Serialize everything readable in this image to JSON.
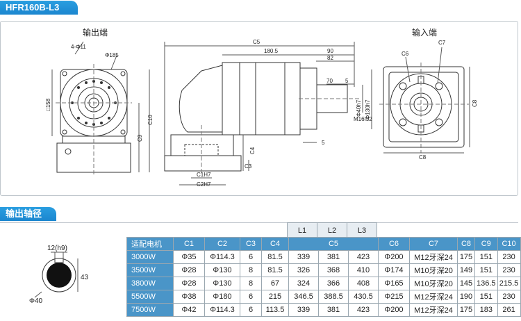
{
  "header": {
    "model": "HFR160B-L3",
    "section_shaft": "输出轴径"
  },
  "views": {
    "output_end": "输出端",
    "input_end": "输入端"
  },
  "dims": {
    "holes": "4-Φ11",
    "phi185": "Φ185",
    "sq158": "□158",
    "c9": "C9",
    "c10": "C10",
    "c5": "C5",
    "d1805": "180.5",
    "d90": "90",
    "d82": "82",
    "d70": "70",
    "d5a": "5",
    "d5b": "5",
    "phi40": "Φ40h7",
    "phi130": "Φ130h7",
    "m16": "M16I32",
    "c4": "C4",
    "c3": "C3",
    "c1": "C1H7",
    "c2": "C2H7",
    "c6": "C6",
    "c7": "C7",
    "c8v": "C8",
    "c8h": "C8"
  },
  "shaft": {
    "key": "12(h9)",
    "height": "43",
    "dia": "Φ40"
  },
  "lengths": [
    "L1",
    "L2",
    "L3"
  ],
  "table": {
    "headers": [
      "适配电机",
      "C1",
      "C2",
      "C3",
      "C4",
      "C5",
      "C6",
      "C7",
      "C8",
      "C9",
      "C10"
    ],
    "rows": [
      [
        "3000W",
        "Φ35",
        "Φ114.3",
        "6",
        "81.5",
        "339",
        "381",
        "423",
        "Φ200",
        "M12牙深24",
        "175",
        "151",
        "230"
      ],
      [
        "3500W",
        "Φ28",
        "Φ130",
        "8",
        "81.5",
        "326",
        "368",
        "410",
        "Φ174",
        "M10牙深20",
        "149",
        "151",
        "230"
      ],
      [
        "3800W",
        "Φ28",
        "Φ130",
        "8",
        "67",
        "324",
        "366",
        "408",
        "Φ165",
        "M10牙深20",
        "145",
        "136.5",
        "215.5"
      ],
      [
        "5500W",
        "Φ38",
        "Φ180",
        "6",
        "215",
        "346.5",
        "388.5",
        "430.5",
        "Φ215",
        "M12牙深24",
        "190",
        "151",
        "230"
      ],
      [
        "7500W",
        "Φ42",
        "Φ114.3",
        "6",
        "113.5",
        "339",
        "381",
        "423",
        "Φ200",
        "M12牙深24",
        "175",
        "183",
        "261"
      ]
    ]
  }
}
